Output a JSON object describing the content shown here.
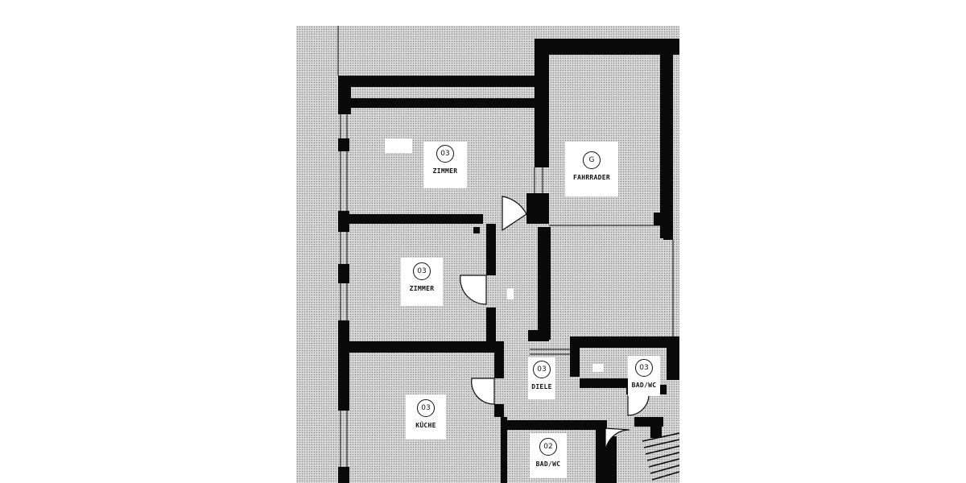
{
  "colors": {
    "wall": "#0a0a0a",
    "floor": "#d9d9d9",
    "label_bg": "#ffffff"
  },
  "rooms": [
    {
      "number": "03",
      "name": "ZIMMER"
    },
    {
      "number": "G",
      "name": "FAHRRADER"
    },
    {
      "number": "03",
      "name": "ZIMMER"
    },
    {
      "number": "03",
      "name": "DIELE"
    },
    {
      "number": "03",
      "name": "BAD/WC"
    },
    {
      "number": "03",
      "name": "KÜCHE"
    },
    {
      "number": "02",
      "name": "BAD/WC"
    }
  ]
}
